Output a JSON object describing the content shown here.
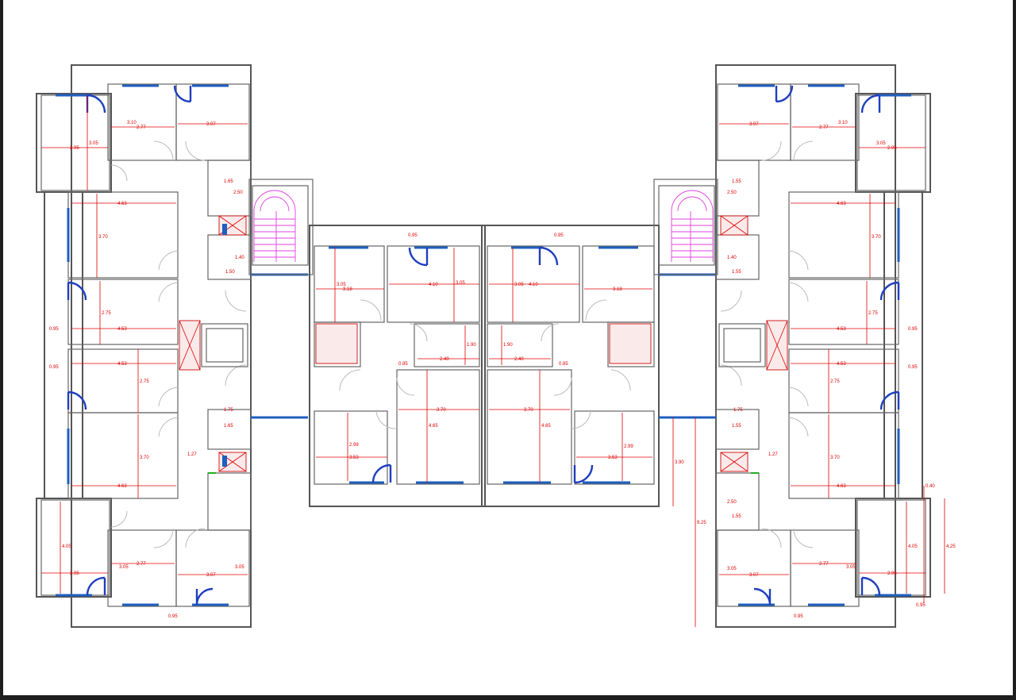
{
  "colors": {
    "wall": "#555555",
    "glass": "#1f5fbf",
    "dimension": "#e00000",
    "stair": "#e040e0",
    "shaft": "#d02020",
    "background": "#ffffff",
    "frame": "#1e1e1e"
  },
  "dims": {
    "top_left": [
      "2.95",
      "2.77",
      "3.07",
      "3.05",
      "3.10",
      "1.65",
      "2.50"
    ],
    "mid_left": [
      "4.63",
      "3.70",
      "2.75",
      "4.53",
      "0.95",
      "0.95",
      "4.53",
      "2.75",
      "3.70",
      "4.63",
      "1.75",
      "1.65",
      "1.27",
      "1.40",
      "1.50"
    ],
    "bot_left": [
      "4.05",
      "2.95",
      "2.77",
      "3.07",
      "3.05",
      "3.05",
      "0.95"
    ],
    "center": [
      "0.95",
      "0.95",
      "3.18",
      "4.10",
      "3.05",
      "1.90",
      "2.40",
      "0.85",
      "3.70",
      "4.65",
      "2.99",
      "3.53",
      "3.05",
      "3.05",
      "4.10",
      "3.18",
      "1.90",
      "2.40",
      "0.85",
      "3.70",
      "4.65",
      "3.53",
      "2.99"
    ],
    "right_top": [
      "3.07",
      "2.77",
      "2.95",
      "3.10",
      "3.05",
      "1.55",
      "2.50"
    ],
    "right_mid": [
      "4.63",
      "3.70",
      "2.75",
      "4.53",
      "0.95",
      "0.95",
      "4.53",
      "2.75",
      "3.70",
      "4.63",
      "1.75",
      "1.55",
      "1.27",
      "1.40",
      "1.55"
    ],
    "right_bot": [
      "2.50",
      "1.55",
      "3.05",
      "3.07",
      "2.77",
      "2.95",
      "4.05",
      "4.25",
      "0.40",
      "0.95",
      "3.05",
      "0.95",
      "3.90",
      "9.25"
    ]
  }
}
